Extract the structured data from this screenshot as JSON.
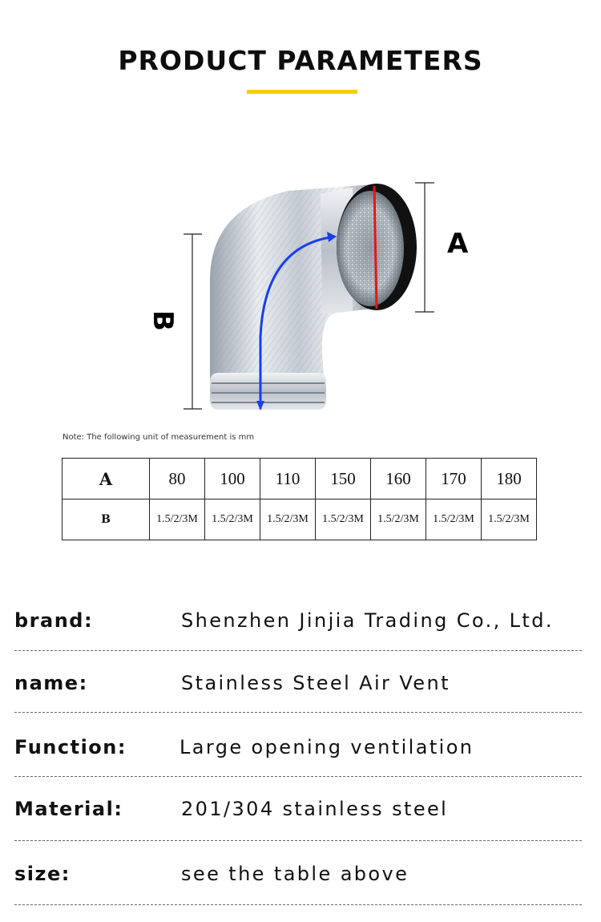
{
  "header": {
    "title": "PRODUCT PARAMETERS",
    "accent_color": "#f5d000"
  },
  "figure": {
    "label_a": "A",
    "label_b": "B",
    "icon": "elbow-duct-image"
  },
  "note": "Note: The following unit of measurement is mm",
  "spec_table": {
    "row_a": {
      "label": "A",
      "values": [
        "80",
        "100",
        "110",
        "150",
        "160",
        "170",
        "180"
      ]
    },
    "row_b": {
      "label": "B",
      "values": [
        "1.5/2/3M",
        "1.5/2/3M",
        "1.5/2/3M",
        "1.5/2/3M",
        "1.5/2/3M",
        "1.5/2/3M",
        "1.5/2/3M"
      ]
    }
  },
  "info": [
    {
      "key": "brand:",
      "value": "Shenzhen Jinjia Trading Co., Ltd."
    },
    {
      "key": "name:",
      "value": "Stainless Steel Air Vent"
    },
    {
      "key": "Function:",
      "value": "Large opening ventilation"
    },
    {
      "key": "Material:",
      "value": "201/304 stainless steel"
    },
    {
      "key": "size:",
      "value": "see the table above"
    }
  ]
}
